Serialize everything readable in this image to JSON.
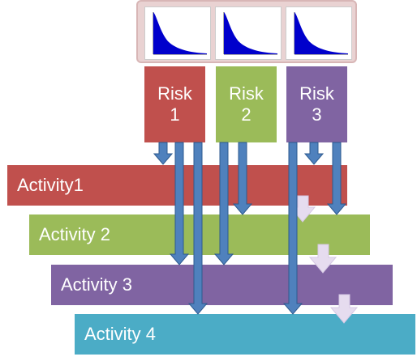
{
  "distribution_icons": [
    {
      "name": "risk-1-distribution",
      "color": "#0000cc"
    },
    {
      "name": "risk-2-distribution",
      "color": "#0000cc"
    },
    {
      "name": "risk-3-distribution",
      "color": "#0000cc"
    }
  ],
  "risks": [
    {
      "line1": "Risk",
      "line2": "1",
      "color": "#c0504d"
    },
    {
      "line1": "Risk",
      "line2": "2",
      "color": "#9bbb59"
    },
    {
      "line1": "Risk",
      "line2": "3",
      "color": "#8064a2"
    }
  ],
  "activities": [
    {
      "label": "Activity1",
      "color": "#c0504d"
    },
    {
      "label": "Activity 2",
      "color": "#9bbb59"
    },
    {
      "label": "Activity 3",
      "color": "#8064a2"
    },
    {
      "label": "Activity 4",
      "color": "#4bacc6"
    }
  ],
  "colors": {
    "arrow_fill": "#4f81bd",
    "arrow_stroke": "#2e5a8f",
    "chevron_fill": "#e6dcef",
    "panel_bg": "#e9d2d2"
  }
}
